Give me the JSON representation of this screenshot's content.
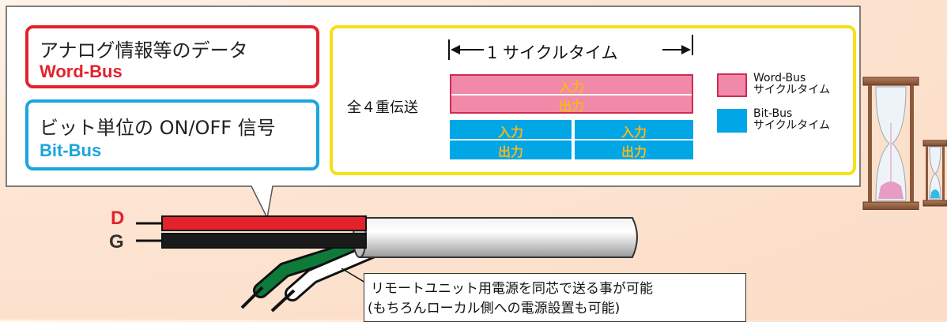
{
  "callout": {
    "word_box": {
      "line1": "アナログ情報等のデータ",
      "line2": "Word-Bus"
    },
    "bit_box": {
      "line1": "ビット単位の ON/OFF 信号",
      "line2": "Bit-Bus"
    },
    "cycle": {
      "label": "1 サイクルタイム",
      "quad_label": "全４重伝送",
      "word_in": "入力",
      "word_out": "出力",
      "bit_in_1": "入力",
      "bit_out_1": "出力",
      "bit_in_2": "入力",
      "bit_out_2": "出力"
    },
    "legend": {
      "word_1": "Word-Bus",
      "word_2": "サイクルタイム",
      "bit_1": "Bit-Bus",
      "bit_2": "サイクルタイム"
    }
  },
  "cable": {
    "label_d": "D",
    "label_g": "G"
  },
  "note": {
    "line1": "リモートユニット用電源を同芯で送る事が可能",
    "line2": "(もちろんローカル側への電源設置も可能)"
  },
  "colors": {
    "red": "#e3222c",
    "blue": "#1aa5de",
    "yellow": "#f7e017",
    "pink": "#f08aa8",
    "cyan": "#00a6e6",
    "orange_text": "#f6b81c"
  }
}
